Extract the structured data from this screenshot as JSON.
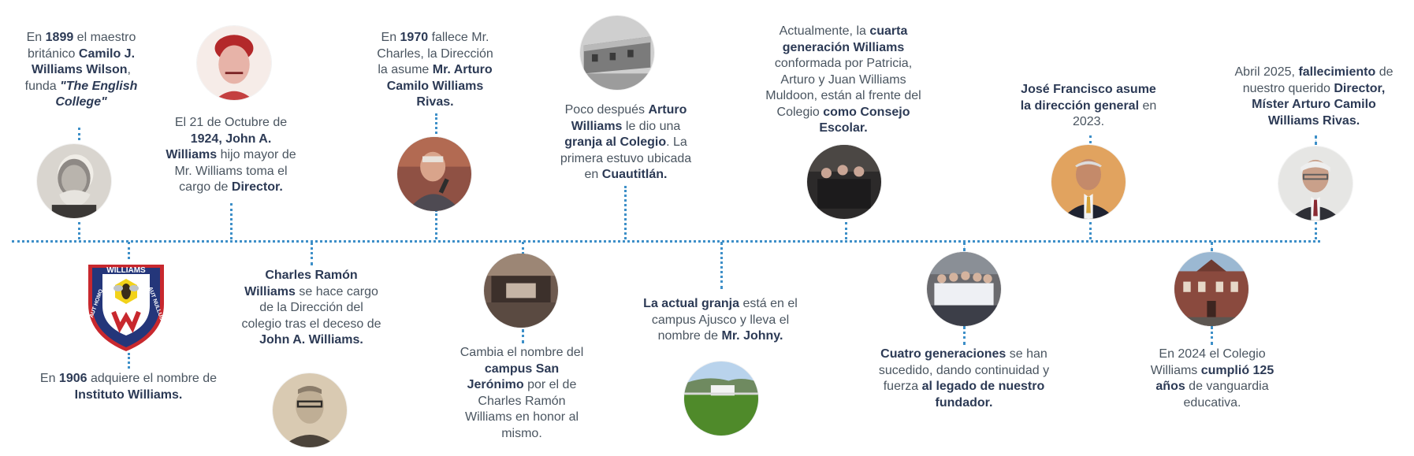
{
  "events": [
    {
      "id": "e1899",
      "segments": [
        [
          "En ",
          0
        ],
        [
          "1899",
          1
        ],
        [
          " el maestro británico ",
          0
        ],
        [
          "Camilo J. Williams Wilson",
          1
        ],
        [
          ", funda ",
          0
        ],
        [
          "\"The English College\"",
          2
        ]
      ]
    },
    {
      "id": "e1924",
      "segments": [
        [
          "El 21 de Octubre de ",
          0
        ],
        [
          "1924, John A. Williams",
          1
        ],
        [
          " hijo mayor de Mr. Williams toma el cargo de ",
          0
        ],
        [
          "Director.",
          1
        ]
      ]
    },
    {
      "id": "e1970",
      "segments": [
        [
          "En ",
          0
        ],
        [
          "1970",
          1
        ],
        [
          " fallece Mr. Charles, la Dirección la asume ",
          0
        ],
        [
          "Mr. Arturo Camilo Williams Rivas.",
          1
        ]
      ]
    },
    {
      "id": "egranja",
      "segments": [
        [
          "Poco después ",
          0
        ],
        [
          "Arturo Williams",
          1
        ],
        [
          " le dio una ",
          0
        ],
        [
          "granja al Colegio",
          1
        ],
        [
          ". La primera estuvo ubicada en ",
          0
        ],
        [
          "Cuautitlán.",
          1
        ]
      ]
    },
    {
      "id": "econsejo",
      "segments": [
        [
          "Actualmente, la ",
          0
        ],
        [
          "cuarta generación Williams",
          1
        ],
        [
          " conformada por Patricia, Arturo y Juan Williams Muldoon, están al frente del Colegio ",
          0
        ],
        [
          "como Consejo Escolar.",
          1
        ]
      ]
    },
    {
      "id": "ejose",
      "segments": [
        [
          "José Francisco asume la dirección general",
          1
        ],
        [
          " en 2023.",
          0
        ]
      ]
    },
    {
      "id": "e2025",
      "segments": [
        [
          "Abril 2025, ",
          0
        ],
        [
          "fallecimiento",
          1
        ],
        [
          " de nuestro querido ",
          0
        ],
        [
          "Director, Míster Arturo Camilo Williams Rivas.",
          1
        ]
      ]
    },
    {
      "id": "e1906",
      "segments": [
        [
          "En ",
          0
        ],
        [
          "1906",
          1
        ],
        [
          " adquiere el nombre de ",
          0
        ],
        [
          "Instituto Williams.",
          1
        ]
      ]
    },
    {
      "id": "echarles",
      "segments": [
        [
          "Charles Ramón Williams",
          1
        ],
        [
          "  se hace cargo de la Dirección del colegio tras el deceso de ",
          0
        ],
        [
          "John A. Williams.",
          1
        ]
      ]
    },
    {
      "id": "ecampus",
      "segments": [
        [
          "Cambia el nombre del ",
          0
        ],
        [
          "campus San Jerónimo",
          1
        ],
        [
          " por el de Charles Ramón Williams en honor al mismo.",
          0
        ]
      ]
    },
    {
      "id": "eajusco",
      "segments": [
        [
          "La actual granja",
          1
        ],
        [
          " está en el campus Ajusco y lleva el nombre de ",
          0
        ],
        [
          "Mr. Johny.",
          1
        ]
      ]
    },
    {
      "id": "egen",
      "segments": [
        [
          "Cuatro generaciones",
          1
        ],
        [
          " se han sucedido, dando continuidad y fuerza ",
          0
        ],
        [
          "al legado de nuestro fundador.",
          1
        ]
      ]
    },
    {
      "id": "e2024",
      "segments": [
        [
          "En 2024 el Colegio Williams ",
          0
        ],
        [
          "cumplió 125 años",
          1
        ],
        [
          " de vanguardia educativa.",
          0
        ]
      ]
    }
  ],
  "crest": {
    "top": "WILLIAMS",
    "left": "AUT HOMO",
    "right": "AUT NULLUS"
  },
  "colors": {
    "line": "#3d8fc8",
    "bold_text": "#2c3a55",
    "text": "#4a5560"
  }
}
